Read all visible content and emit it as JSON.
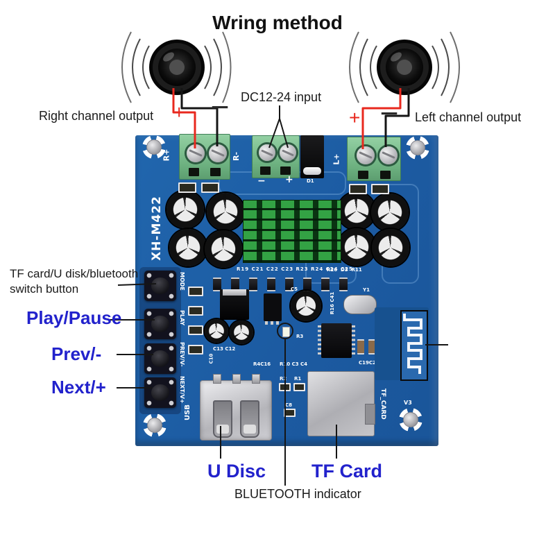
{
  "title": "Wring method",
  "colors": {
    "pcb_blue": "#1d5fa6",
    "label_blue": "#2222cc",
    "wire_red": "#e8281e",
    "wire_black": "#151515",
    "terminal_green": "#6cb07f",
    "heatsink_green": "#33a244"
  },
  "annotations": {
    "right_channel": "Right channel output",
    "dc_input": "DC12-24 input",
    "left_channel": "Left channel output",
    "switch_line1": "TF card/U disk/bluetooth",
    "switch_line2": "switch button",
    "play_pause": "Play/Pause",
    "prev": "Prev/-",
    "next": "Next/+",
    "u_disc": "U Disc",
    "tf_card": "TF Card",
    "bluetooth_indicator": "BLUETOOTH indicator",
    "plus": "+",
    "minus": "−"
  },
  "board": {
    "model": "XH-M422",
    "silk": {
      "r_plus": "R+",
      "r_minus": "R-",
      "l_plus": "L+",
      "dc_minus": "−",
      "dc_plus": "+",
      "d1": "D1",
      "button_labels": [
        "MODE",
        "PLAY",
        "PREV/V-",
        "NEXT/V+"
      ],
      "refs_row": "R19 C21 C22 C23 R23 R24 C24 C25",
      "refs_row2": "R26  D3  R11",
      "c5": "C5",
      "y1": "Y1",
      "r16_c41": "R16 C41",
      "c13_c12": "C13 C12",
      "r3": "R3",
      "c10": "C10",
      "r4_c16": "R4C16",
      "r10_c3_c4": "R10 C3 C4",
      "c19_c20_c7": "C19C20 C7",
      "r2": "R2",
      "r1": "R1",
      "c8": "C8",
      "usb": "USB",
      "tf_card": "TF_CARD",
      "v3": "V3"
    }
  }
}
